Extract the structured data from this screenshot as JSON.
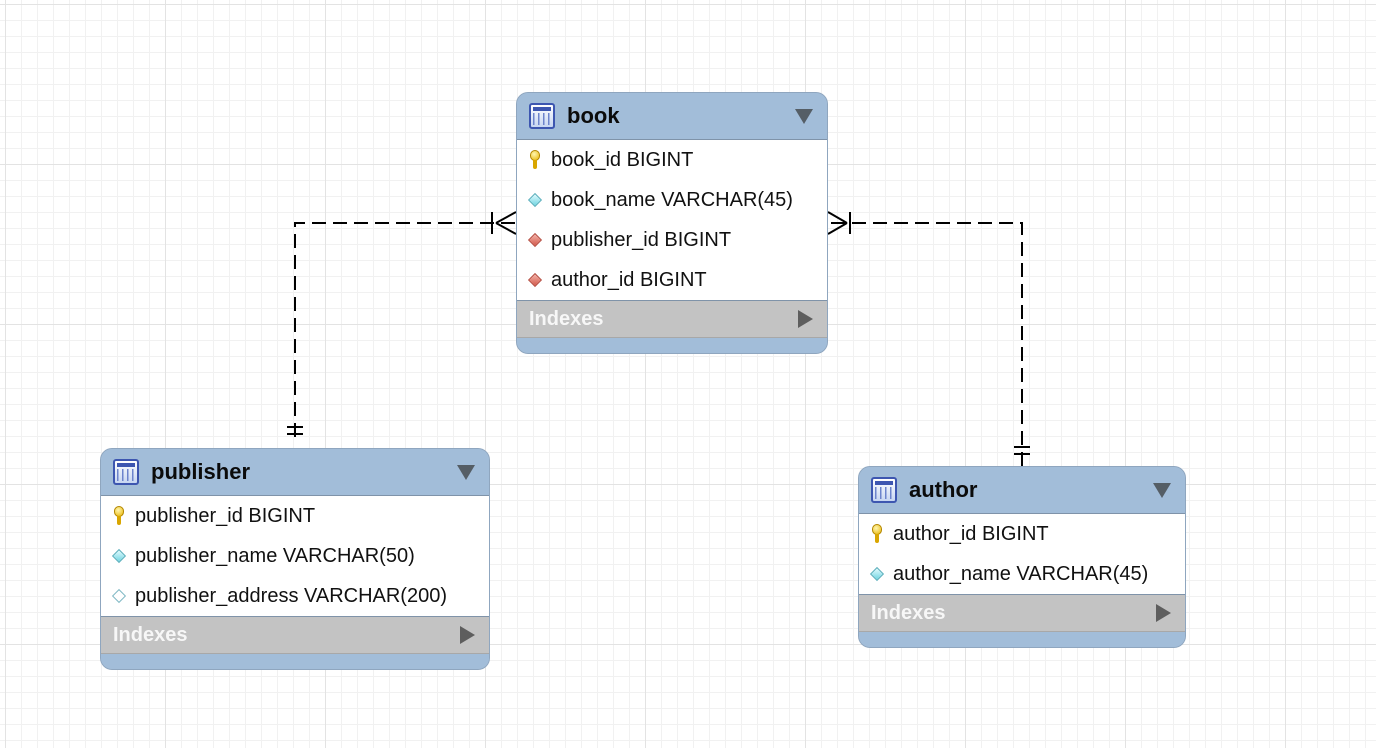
{
  "tables": {
    "book": {
      "name": "book",
      "columns": [
        {
          "text": "book_id BIGINT",
          "kind": "primary-key",
          "icon": "key-icon"
        },
        {
          "text": "book_name VARCHAR(45)",
          "kind": "attribute",
          "icon": "diamond-icon"
        },
        {
          "text": "publisher_id BIGINT",
          "kind": "foreign-key",
          "icon": "red-diamond-icon"
        },
        {
          "text": "author_id BIGINT",
          "kind": "foreign-key",
          "icon": "red-diamond-icon"
        }
      ],
      "indexes_label": "Indexes"
    },
    "publisher": {
      "name": "publisher",
      "columns": [
        {
          "text": "publisher_id BIGINT",
          "kind": "primary-key",
          "icon": "key-icon"
        },
        {
          "text": "publisher_name VARCHAR(50)",
          "kind": "attribute",
          "icon": "diamond-icon"
        },
        {
          "text": "publisher_address VARCHAR(200)",
          "kind": "nullable-attribute",
          "icon": "hollow-diamond-icon"
        }
      ],
      "indexes_label": "Indexes"
    },
    "author": {
      "name": "author",
      "columns": [
        {
          "text": "author_id BIGINT",
          "kind": "primary-key",
          "icon": "key-icon"
        },
        {
          "text": "author_name VARCHAR(45)",
          "kind": "attribute",
          "icon": "diamond-icon"
        }
      ],
      "indexes_label": "Indexes"
    }
  },
  "relationships": [
    {
      "from": "publisher",
      "to": "book",
      "from_cardinality": "one-and-only-one",
      "to_cardinality": "one-or-many",
      "style": "dashed"
    },
    {
      "from": "author",
      "to": "book",
      "from_cardinality": "one-and-only-one",
      "to_cardinality": "one-or-many",
      "style": "dashed"
    }
  ],
  "colors": {
    "header": "#a2bdd9",
    "indexes_bar": "#c3c3c3",
    "connector": "#000000",
    "grid": "#e3e3e3"
  }
}
